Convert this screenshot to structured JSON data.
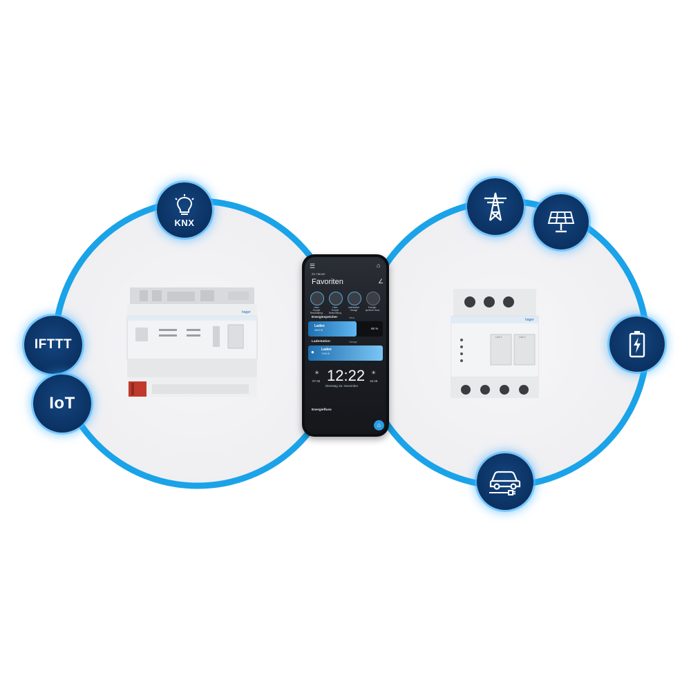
{
  "colors": {
    "ring": "#1aa3e8",
    "badge_fill": "#0c3466",
    "glow": "#3fb4ff",
    "background": "#ffffff"
  },
  "left_hub": {
    "badges": [
      {
        "label": "KNX",
        "icon": "lightbulb-icon"
      },
      {
        "label": "IFTTT"
      },
      {
        "label": "IoT"
      }
    ]
  },
  "right_hub": {
    "badges": [
      {
        "icon": "power-pylon-icon"
      },
      {
        "icon": "solar-panel-icon"
      },
      {
        "icon": "battery-charging-icon"
      },
      {
        "icon": "electric-car-icon"
      }
    ]
  },
  "phone": {
    "menu_icon": "hamburger-icon",
    "home_icon": "home-icon",
    "breadcrumb": "Zu Hause",
    "title": "Favoriten",
    "edit_icon": "edit-icon",
    "favorites": [
      {
        "label_line1": "Haus",
        "label_line2": "Gruppe Beschattung"
      },
      {
        "label_line1": "Haus",
        "label_line2": "Gruppe Beleuchtung"
      },
      {
        "label_line1": "Ladestation",
        "label_line2": "Garage"
      },
      {
        "label_line1": "Energie-",
        "label_line2": "speicher Haus"
      }
    ],
    "storage": {
      "header": "Energiespeicher",
      "header_tag": "Haus",
      "status": "Laden",
      "sub": "3600 W",
      "percent": "65 %",
      "level": 0.65
    },
    "charger": {
      "header": "Ladestation",
      "header_tag": "Garage",
      "status": "Laden",
      "sub": "7400 W"
    },
    "clock": {
      "time": "12:22",
      "date": "Dienstag 15. November",
      "sunrise": "07:45",
      "sunset": "16:48"
    },
    "section": "Energiefluss",
    "fab_icon": "home-fab-icon"
  },
  "left_device": {
    "brand": "hager"
  },
  "right_device": {
    "brand": "hager",
    "ports": [
      "LAN 1",
      "LAN 2"
    ]
  }
}
